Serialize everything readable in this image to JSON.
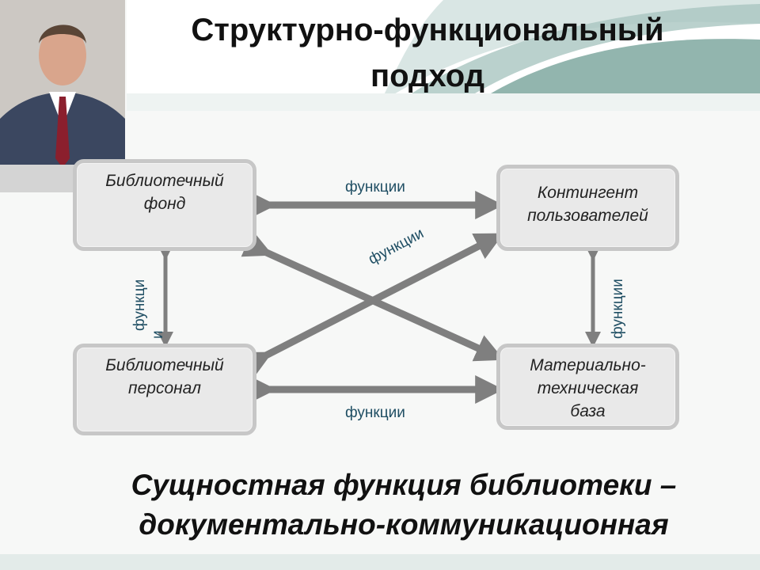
{
  "title": {
    "line1": "Структурно-функциональный",
    "line2": "подход"
  },
  "nodes": {
    "fond": [
      "Библиотечный",
      "фонд"
    ],
    "users": [
      "Контингент",
      "пользователей"
    ],
    "staff": [
      "Библиотечный",
      "персонал"
    ],
    "base": [
      "Материально-",
      "техническая",
      "база"
    ]
  },
  "edge_labels": {
    "top": "функции",
    "bottom": "функции",
    "diagonal": "функции",
    "left_a": "функци",
    "left_b": "и",
    "right": "функции"
  },
  "conclusion": {
    "line1": "Сущностная функция библиотеки –",
    "line2": "документально-коммуникационная"
  },
  "colors": {
    "arrow": "#7f7f7f",
    "box_fill": "#e9e9e9",
    "box_border": "#c7c7c7",
    "label": "#1f4e63",
    "wave": "#7fa8a0"
  }
}
